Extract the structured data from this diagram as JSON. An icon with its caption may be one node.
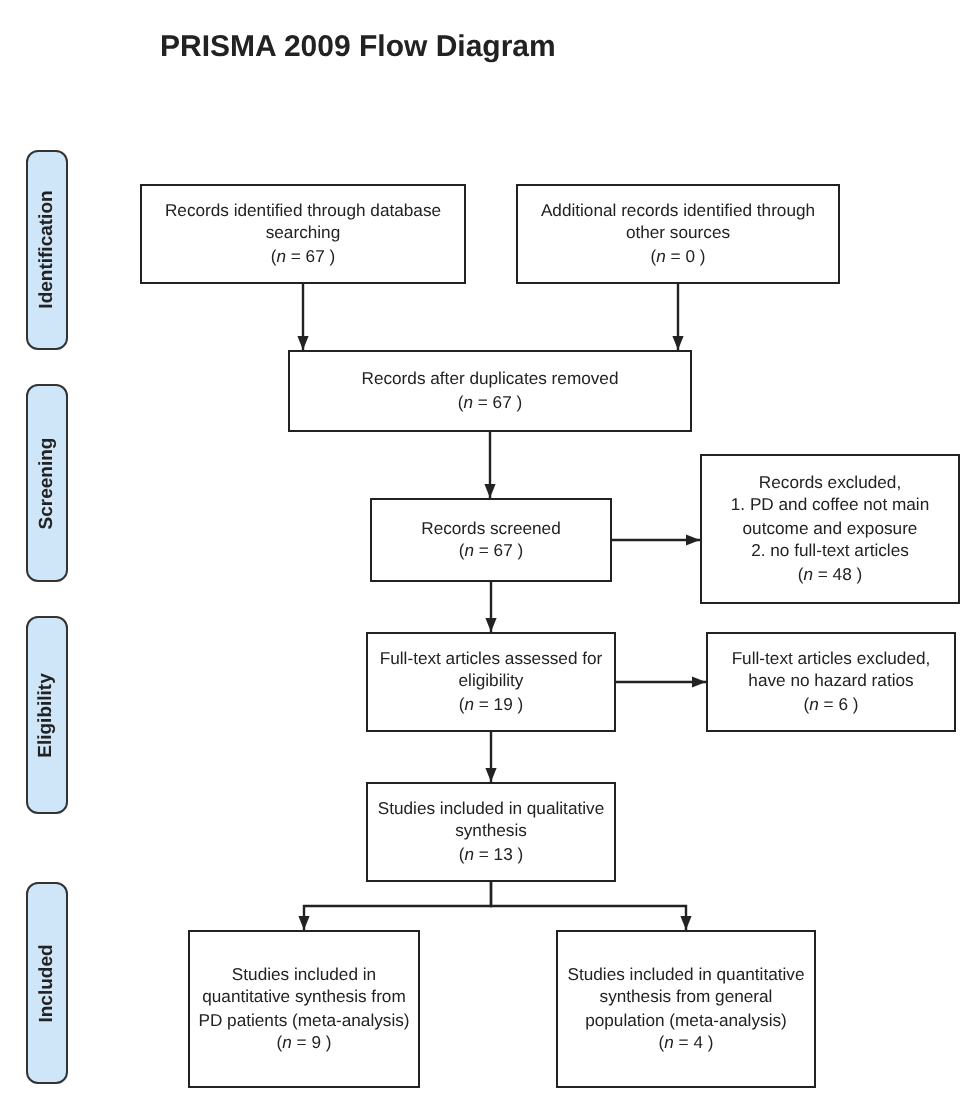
{
  "diagram": {
    "title": "PRISMA 2009 Flow Diagram",
    "nodes": [
      {
        "text": [
          "Identification"
        ]
      },
      {
        "text": [
          "Screening"
        ]
      },
      {
        "text": [
          "Eligibility"
        ]
      },
      {
        "text": [
          "Included"
        ]
      },
      {
        "text": [
          "Records identified through database searching",
          "(*n* = 67 )"
        ]
      },
      {
        "text": [
          "Additional records identified through other sources",
          "(*n* = 0 )"
        ]
      },
      {
        "text": [
          "Records after duplicates removed",
          "(*n* = 67 )"
        ]
      },
      {
        "text": [
          "Records screened",
          "(*n* = 67 )"
        ]
      },
      {
        "text": [
          "Records excluded,",
          "1. PD and coffee not main outcome and exposure",
          "2. no full-text articles",
          "(*n* = 48 )"
        ]
      },
      {
        "text": [
          "Full-text articles assessed for eligibility",
          "(*n* = 19 )"
        ]
      },
      {
        "text": [
          "Full-text articles excluded, have no hazard ratios",
          "(*n* = 6 )"
        ]
      },
      {
        "text": [
          "Studies included in qualitative synthesis",
          "(*n* = 13 )"
        ]
      },
      {
        "text": [
          "Studies included in quantitative synthesis from PD patients (meta-analysis)",
          "(*n* = 9 )"
        ]
      },
      {
        "text": [
          "Studies included in quantitative synthesis from general population (meta-analysis)",
          "(*n* = 4 )"
        ]
      }
    ],
    "edges": [
      {
        "from": 4,
        "to": 6,
        "arrow": "to"
      },
      {
        "from": 5,
        "to": 6,
        "arrow": "to"
      },
      {
        "from": 6,
        "to": 7,
        "arrow": "to"
      },
      {
        "from": 7,
        "to": 8,
        "arrow": "to"
      },
      {
        "from": 7,
        "to": 9,
        "arrow": "to"
      },
      {
        "from": 9,
        "to": 10,
        "arrow": "to"
      },
      {
        "from": 9,
        "to": 11,
        "arrow": "to"
      },
      {
        "from": 11,
        "to": 12,
        "arrow": "to"
      },
      {
        "from": 11,
        "to": 13,
        "arrow": "to"
      }
    ]
  }
}
